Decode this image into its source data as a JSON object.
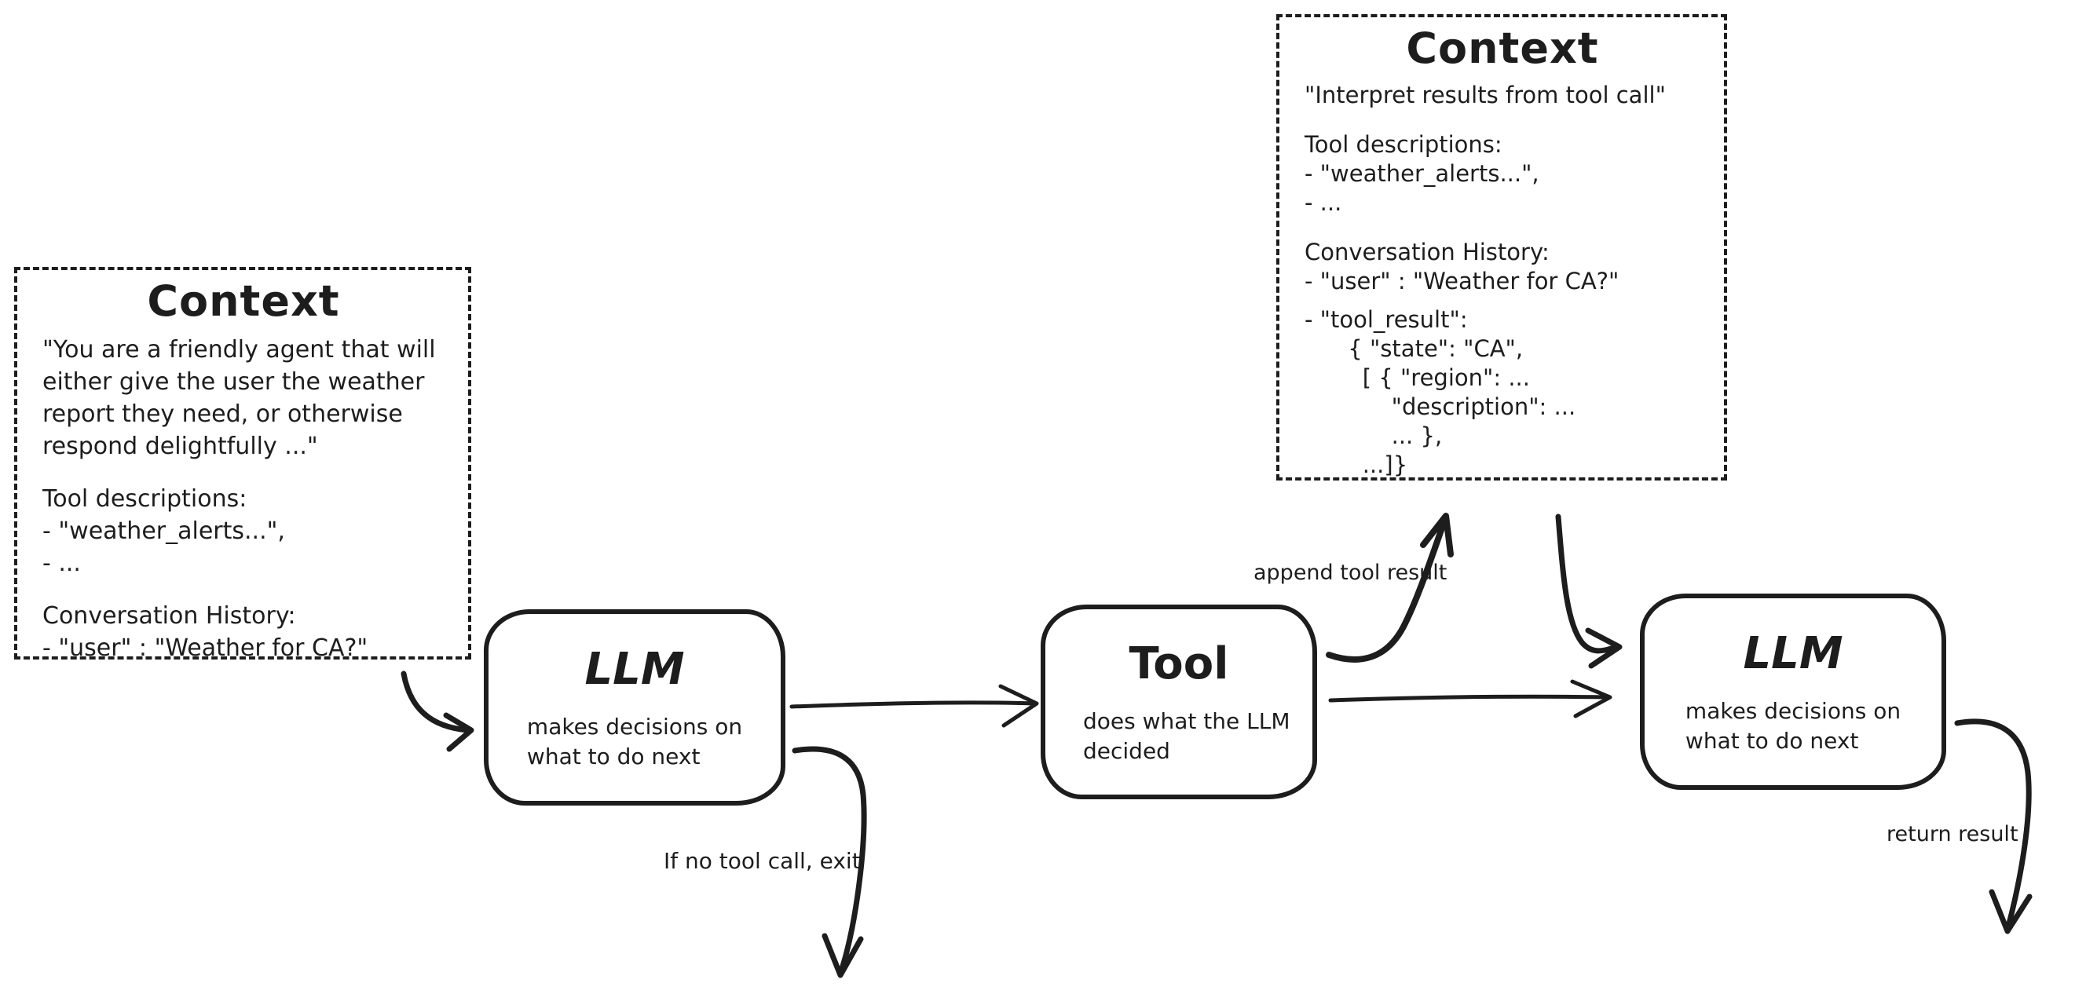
{
  "canvas": {
    "background": "#ffffff",
    "ink": "#1d1d1d"
  },
  "context_left": {
    "title": "Context",
    "prompt_lines": [
      "\"You are a friendly agent that will",
      "either give the user the weather",
      "report they need, or otherwise",
      "respond delightfully ...\""
    ],
    "tools_header": "Tool descriptions:",
    "tools_items": [
      "- \"weather_alerts...\",",
      "- ..."
    ],
    "history_header": "Conversation History:",
    "history_lines": [
      "- \"user\" : \"Weather for CA?\""
    ]
  },
  "context_top": {
    "title": "Context",
    "prompt_lines": [
      "\"Interpret results from tool call\""
    ],
    "tools_header": "Tool descriptions:",
    "tools_items": [
      "- \"weather_alerts...\",",
      "- ..."
    ],
    "history_header": "Conversation History:",
    "history_lines": [
      "- \"user\" : \"Weather for CA?\"",
      "- \"tool_result\":",
      "      { \"state\": \"CA\",",
      "        [ { \"region\": ...",
      "            \"description\": ...",
      "            ... },",
      "        ...]}"
    ]
  },
  "nodes": {
    "llm_first": {
      "title": "LLM",
      "desc_lines": [
        "makes decisions on",
        "what to do next"
      ]
    },
    "tool": {
      "title": "Tool",
      "desc_lines": [
        "does what the LLM",
        "decided"
      ]
    },
    "llm_second": {
      "title": "LLM",
      "desc_lines": [
        "makes decisions on",
        "what to do next"
      ]
    }
  },
  "edge_labels": {
    "append_tool_result": "append tool result",
    "if_no_tool_call_exit": "If no tool call, exit",
    "return_result": "return result"
  }
}
